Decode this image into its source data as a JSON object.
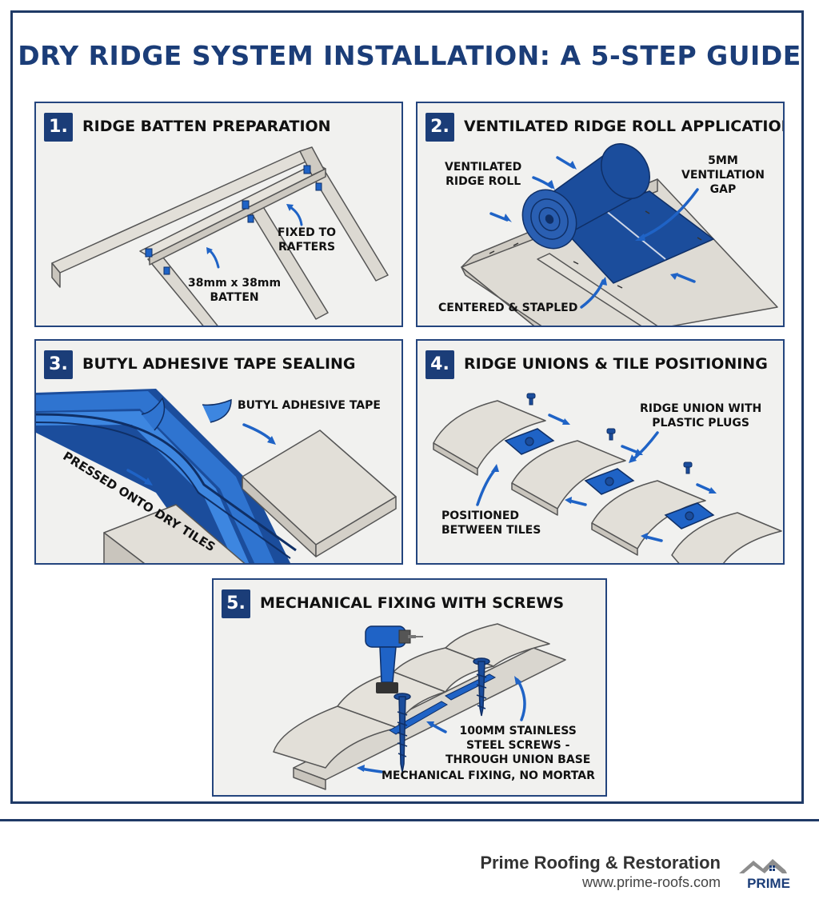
{
  "title": "DRY RIDGE SYSTEM INSTALLATION: A 5-STEP GUIDE",
  "colors": {
    "navy": "#1b3d78",
    "blue": "#1f63c6",
    "panel_bg": "#f1f1ef",
    "tile": "#dcd9d2"
  },
  "steps": [
    {
      "number": "1.",
      "title": "RIDGE BATTEN PREPARATION",
      "labels": {
        "fixed": "FIXED TO\nRAFTERS",
        "batten": "38mm x 38mm\nBATTEN"
      }
    },
    {
      "number": "2.",
      "title": "VENTILATED RIDGE ROLL APPLICATION",
      "labels": {
        "roll": "VENTILATED\nRIDGE ROLL",
        "gap": "5MM\nVENTILATION\nGAP",
        "staple": "CENTERED & STAPLED"
      }
    },
    {
      "number": "3.",
      "title": "BUTYL ADHESIVE TAPE SEALING",
      "labels": {
        "tape": "BUTYL ADHESIVE TAPE",
        "pressed": "PRESSED ONTO DRY TILES"
      }
    },
    {
      "number": "4.",
      "title": "RIDGE UNIONS & TILE POSITIONING",
      "labels": {
        "union": "RIDGE UNION WITH\nPLASTIC PLUGS",
        "between": "POSITIONED\nBETWEEN TILES"
      }
    },
    {
      "number": "5.",
      "title": "MECHANICAL FIXING WITH SCREWS",
      "labels": {
        "screws": "100MM STAINLESS\nSTEEL SCREWS -\nTHROUGH UNION BASE",
        "mortar": "MECHANICAL FIXING, NO MORTAR"
      }
    }
  ],
  "footer": {
    "company": "Prime Roofing & Restoration",
    "url": "www.prime-roofs.com",
    "logo_text": "PRIME"
  }
}
